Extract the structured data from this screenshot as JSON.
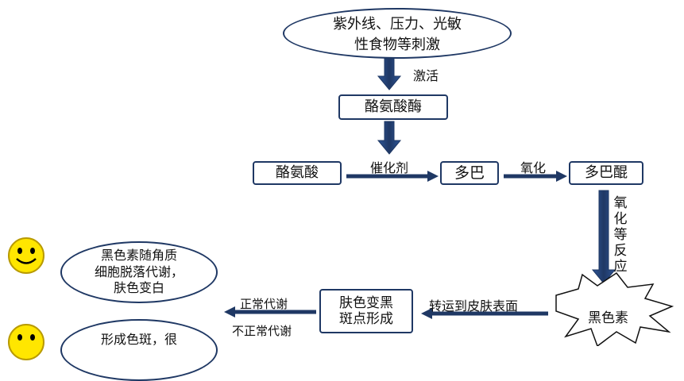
{
  "nodes": {
    "stimulus_line1": "紫外线、压力、光敏",
    "stimulus_line2": "性食物等刺激",
    "tyrosinase": "酪氨酸酶",
    "tyrosine": "酪氨酸",
    "dopa": "多巴",
    "dopaquinone": "多巴醌",
    "melanin": "黑色素",
    "darken_line1": "肤色变黑",
    "darken_line2": "斑点形成",
    "whiten_line1": "黑色素随角质",
    "whiten_line2": "细胞脱落代谢，",
    "whiten_line3": "肤色变白",
    "spot_line1": "形成色斑，很"
  },
  "edges": {
    "activate": "激活",
    "catalyst": "催化剂",
    "oxidize": "氧化",
    "oxidize_react": "氧化等反应",
    "transport": "转运到皮肤表面",
    "normal": "正常代谢",
    "abnormal": "不正常代谢"
  },
  "colors": {
    "arrow": "#1f3864",
    "face": "#ffe600",
    "face_outline": "#b89a00"
  },
  "icons": [
    "smiley-happy-icon",
    "smiley-icon"
  ]
}
